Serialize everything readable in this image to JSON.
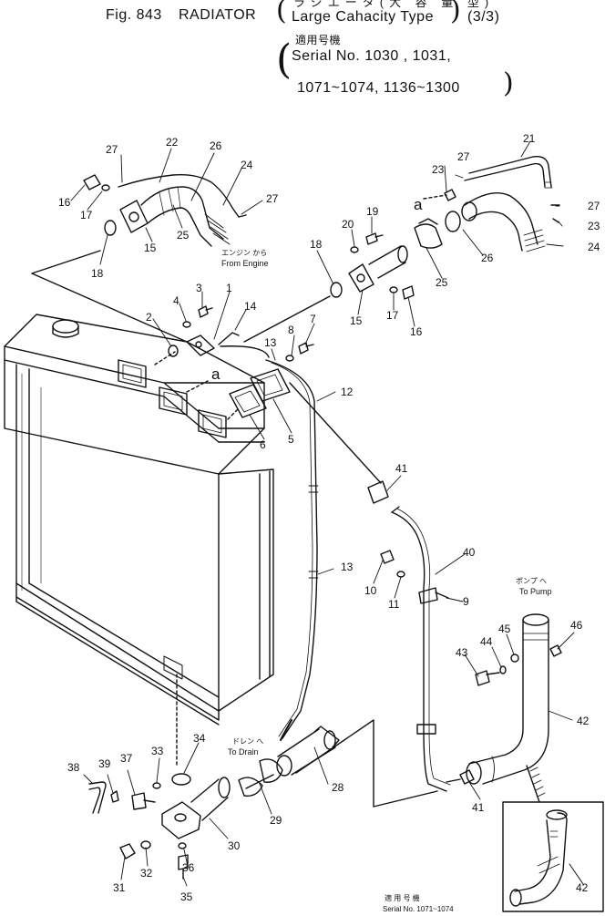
{
  "header": {
    "figure": "Fig. 843",
    "title": "RADIATOR",
    "jp_top": "ラジエータ(大 容 量 型)",
    "variant": "Large Cahacity Type",
    "sheet": "(3/3)",
    "applicability_jp": "適用号機",
    "serial_line1": "Serial No. 1030 , 1031,",
    "serial_line2": "1071~1074, 1136~1300"
  },
  "annotations": {
    "from_engine_jp": "エンジン から",
    "from_engine": "From Engine",
    "to_pump_jp": "ポンプ へ",
    "to_pump": "To Pump",
    "to_drain_jp": "ドレン へ",
    "to_drain": "To Drain",
    "ref_a1": "a",
    "ref_a2": "a",
    "inset_jp": "適 用 号 機",
    "inset_serial": "Serial No. 1071~1074"
  },
  "callouts": {
    "p1": "1",
    "p2": "2",
    "p3": "3",
    "p4": "4",
    "p5": "5",
    "p6": "6",
    "p7": "7",
    "p8": "8",
    "p9": "9",
    "p10": "10",
    "p11": "11",
    "p12": "12",
    "p13a": "13",
    "p13b": "13",
    "p14": "14",
    "p15a": "15",
    "p15b": "15",
    "p16a": "16",
    "p16b": "16",
    "p17a": "17",
    "p17b": "17",
    "p18a": "18",
    "p18b": "18",
    "p19": "19",
    "p20": "20",
    "p21": "21",
    "p22": "22",
    "p23a": "23",
    "p23b": "23",
    "p24a": "24",
    "p24b": "24",
    "p25a": "25",
    "p25b": "25",
    "p26a": "26",
    "p26b": "26",
    "p27a": "27",
    "p27b": "27",
    "p27c": "27",
    "p27d": "27",
    "p28": "28",
    "p29": "29",
    "p30": "30",
    "p31": "31",
    "p32": "32",
    "p33": "33",
    "p34": "34",
    "p35": "35",
    "p36": "36",
    "p37": "37",
    "p38": "38",
    "p39": "39",
    "p40": "40",
    "p41a": "41",
    "p41b": "41",
    "p42a": "42",
    "p42b": "42",
    "p43": "43",
    "p44": "44",
    "p45": "45",
    "p46": "46"
  }
}
